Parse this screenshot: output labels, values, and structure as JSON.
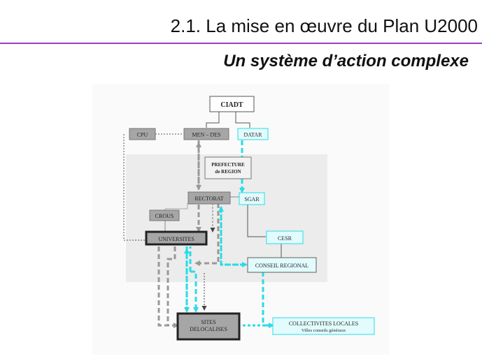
{
  "slide": {
    "title": "2.1. La mise en œuvre du Plan U2000",
    "subtitle": "Un système d’action complexe"
  },
  "diagram": {
    "nodes": {
      "ciadt": "CIADT",
      "cpu": "CPU",
      "men_des": "MEN – DES",
      "datar": "DATAR",
      "prefecture_l1": "PREFECTURE",
      "prefecture_l2": "de REGION",
      "rectorat": "RECTORAT",
      "sgar": "SGAR",
      "crous": "CROUS",
      "universites": "UNIVERSITES",
      "cesr": "CESR",
      "conseil_regional": "CONSEIL REGIONAL",
      "sites_l1": "SITES",
      "sites_l2": "DELOCALISES",
      "collectivites_l1": "COLLECTIVITES  LOCALES",
      "collectivites_l2": "Villes conseils généraux"
    },
    "colors": {
      "gray_box": "#a6a6a6",
      "cyan_box": "#e2fbfd",
      "cyan_line": "#28dce8",
      "gray_line": "#999999",
      "region_bg": "#ececec",
      "title_rule": "#9a3fc4"
    }
  }
}
